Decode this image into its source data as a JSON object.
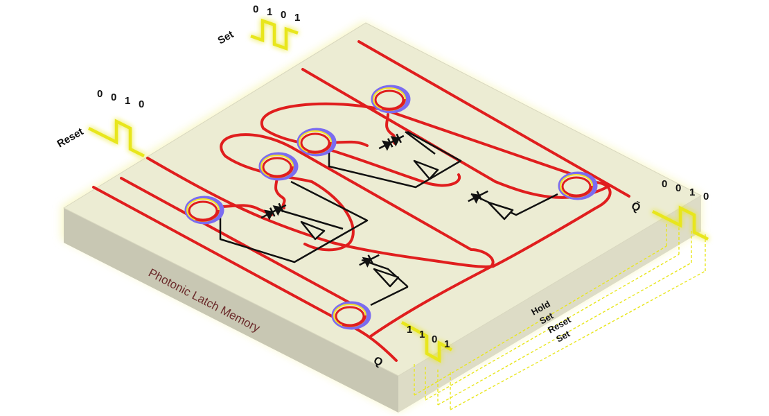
{
  "title": "Photonic Latch Memory",
  "inputs": {
    "set": {
      "label": "Set",
      "bits": [
        "0",
        "1",
        "0",
        "1"
      ]
    },
    "reset": {
      "label": "Reset",
      "bits": [
        "0",
        "0",
        "1",
        "0"
      ]
    }
  },
  "outputs": {
    "q": {
      "label": "Q",
      "bits": [
        "1",
        "1",
        "0",
        "1"
      ]
    },
    "q_bar": {
      "label": "Q̄",
      "bits": [
        "0",
        "0",
        "1",
        "0"
      ]
    }
  },
  "states": [
    "Hold",
    "Set",
    "Reset",
    "Set"
  ],
  "colors": {
    "board_top": "#ededd2",
    "board_side": "#c9c8b6",
    "waveguide": "#e01e1e",
    "circuit": "#111111",
    "signal": "#e8e61e",
    "ring_blue": "#7b6cf0",
    "ring_yellow": "#f4e32a"
  }
}
